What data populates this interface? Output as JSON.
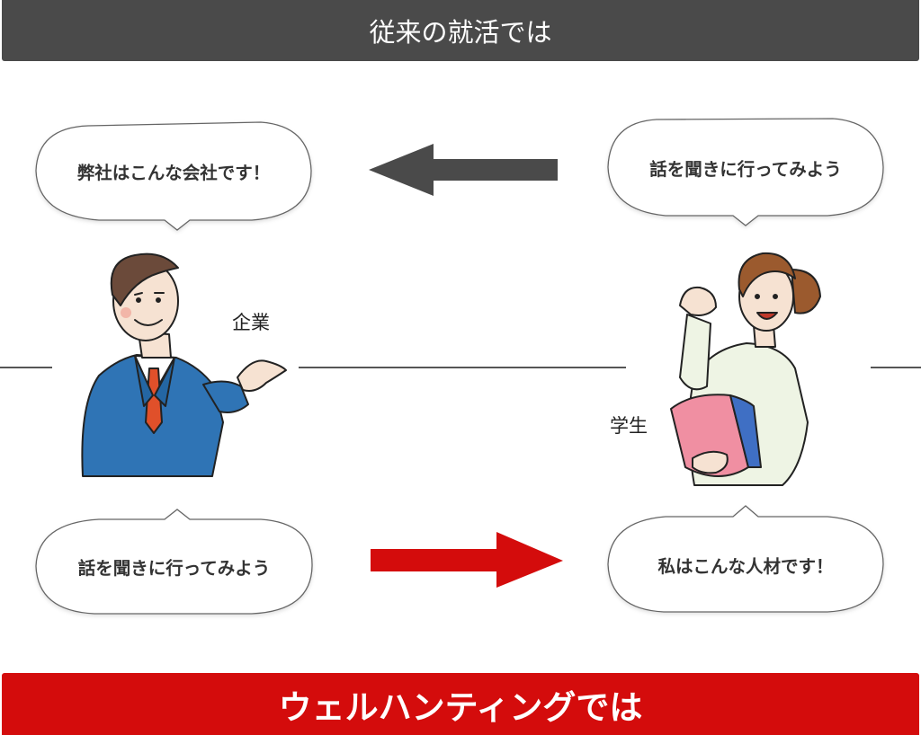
{
  "header": {
    "title": "従来の就活では"
  },
  "footer": {
    "title": "ウェルハンティングでは"
  },
  "bubbles": {
    "company_top": "弊社はこんな会社です！",
    "student_top": "話を聞きに行ってみよう",
    "company_bottom": "話を聞きに行ってみよう",
    "student_bottom": "私はこんな人材です！"
  },
  "labels": {
    "company": "企業",
    "student": "学生"
  },
  "colors": {
    "dark": "#4a4a4a",
    "red": "#d40c0c",
    "suit": "#2f74b5"
  },
  "icons": {
    "company_person": "businessman-illustration",
    "student_person": "student-illustration"
  }
}
